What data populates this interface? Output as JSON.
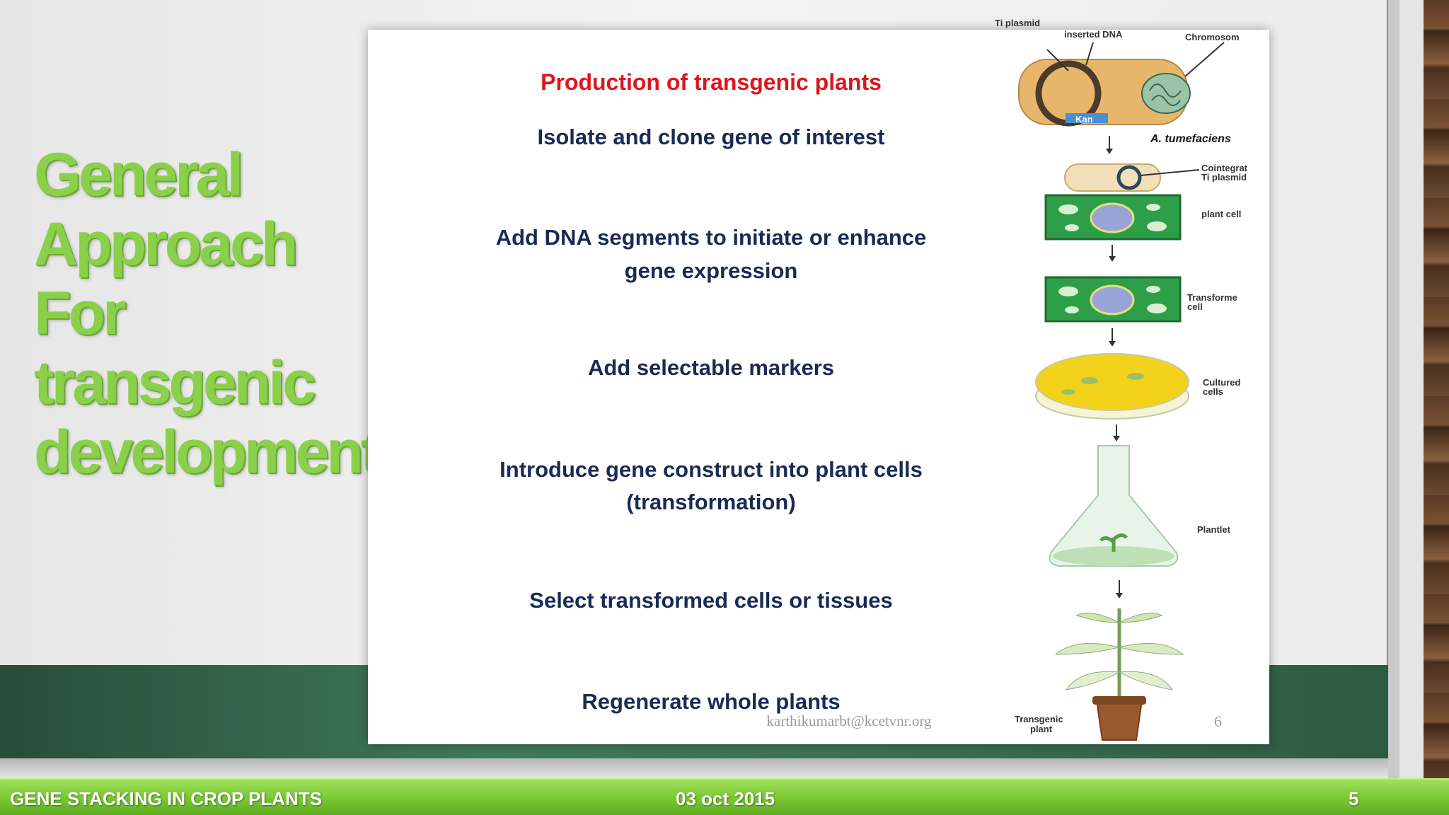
{
  "slide": {
    "heading_lines": [
      "General",
      "Approach",
      "For",
      "transgenic",
      "development"
    ]
  },
  "panel": {
    "title": "Production of transgenic plants",
    "steps": [
      "Isolate and clone gene of interest",
      "Add DNA segments to initiate or enhance",
      "gene expression",
      "Add selectable markers",
      "Introduce gene construct  into plant cells",
      "(transformation)",
      "Select transformed cells or tissues",
      "Regenerate whole plants"
    ],
    "watermark": "karthikumarbt@kcetvnr.org",
    "page_number": "6"
  },
  "illustration": {
    "labels": {
      "ti_plasmid": "Ti plasmid",
      "inserted_dna": "inserted DNA",
      "chromosome": "Chromosom",
      "kan": "Kan",
      "a_tumefaciens": "A. tumefaciens",
      "cointegrate_1": "Cointegrat",
      "cointegrate_2": "Ti plasmid",
      "plant_cell": "plant cell",
      "transformed_1": "Transforme",
      "transformed_2": "cell",
      "cultured_1": "Cultured",
      "cultured_2": "cells",
      "plantlet": "Plantlet",
      "transgenic_1": "Transgenic",
      "transgenic_2": "plant"
    },
    "colors": {
      "cell_wall": "#e6b76b",
      "plant_cell_green": "#2f9e48",
      "agar_yellow": "#f2d21b",
      "flask": "#d7ecd7",
      "pot": "#9a5a2e"
    }
  },
  "footer": {
    "left": "GENE STACKING IN CROP PLANTS",
    "center": "03 oct 2015",
    "right": "5"
  },
  "colors": {
    "heading_green": "#8ad04a",
    "panel_title_red": "#e0141e",
    "step_navy": "#1b2a55",
    "footer_green": "#79c633",
    "band_green": "#3f7a5b"
  }
}
